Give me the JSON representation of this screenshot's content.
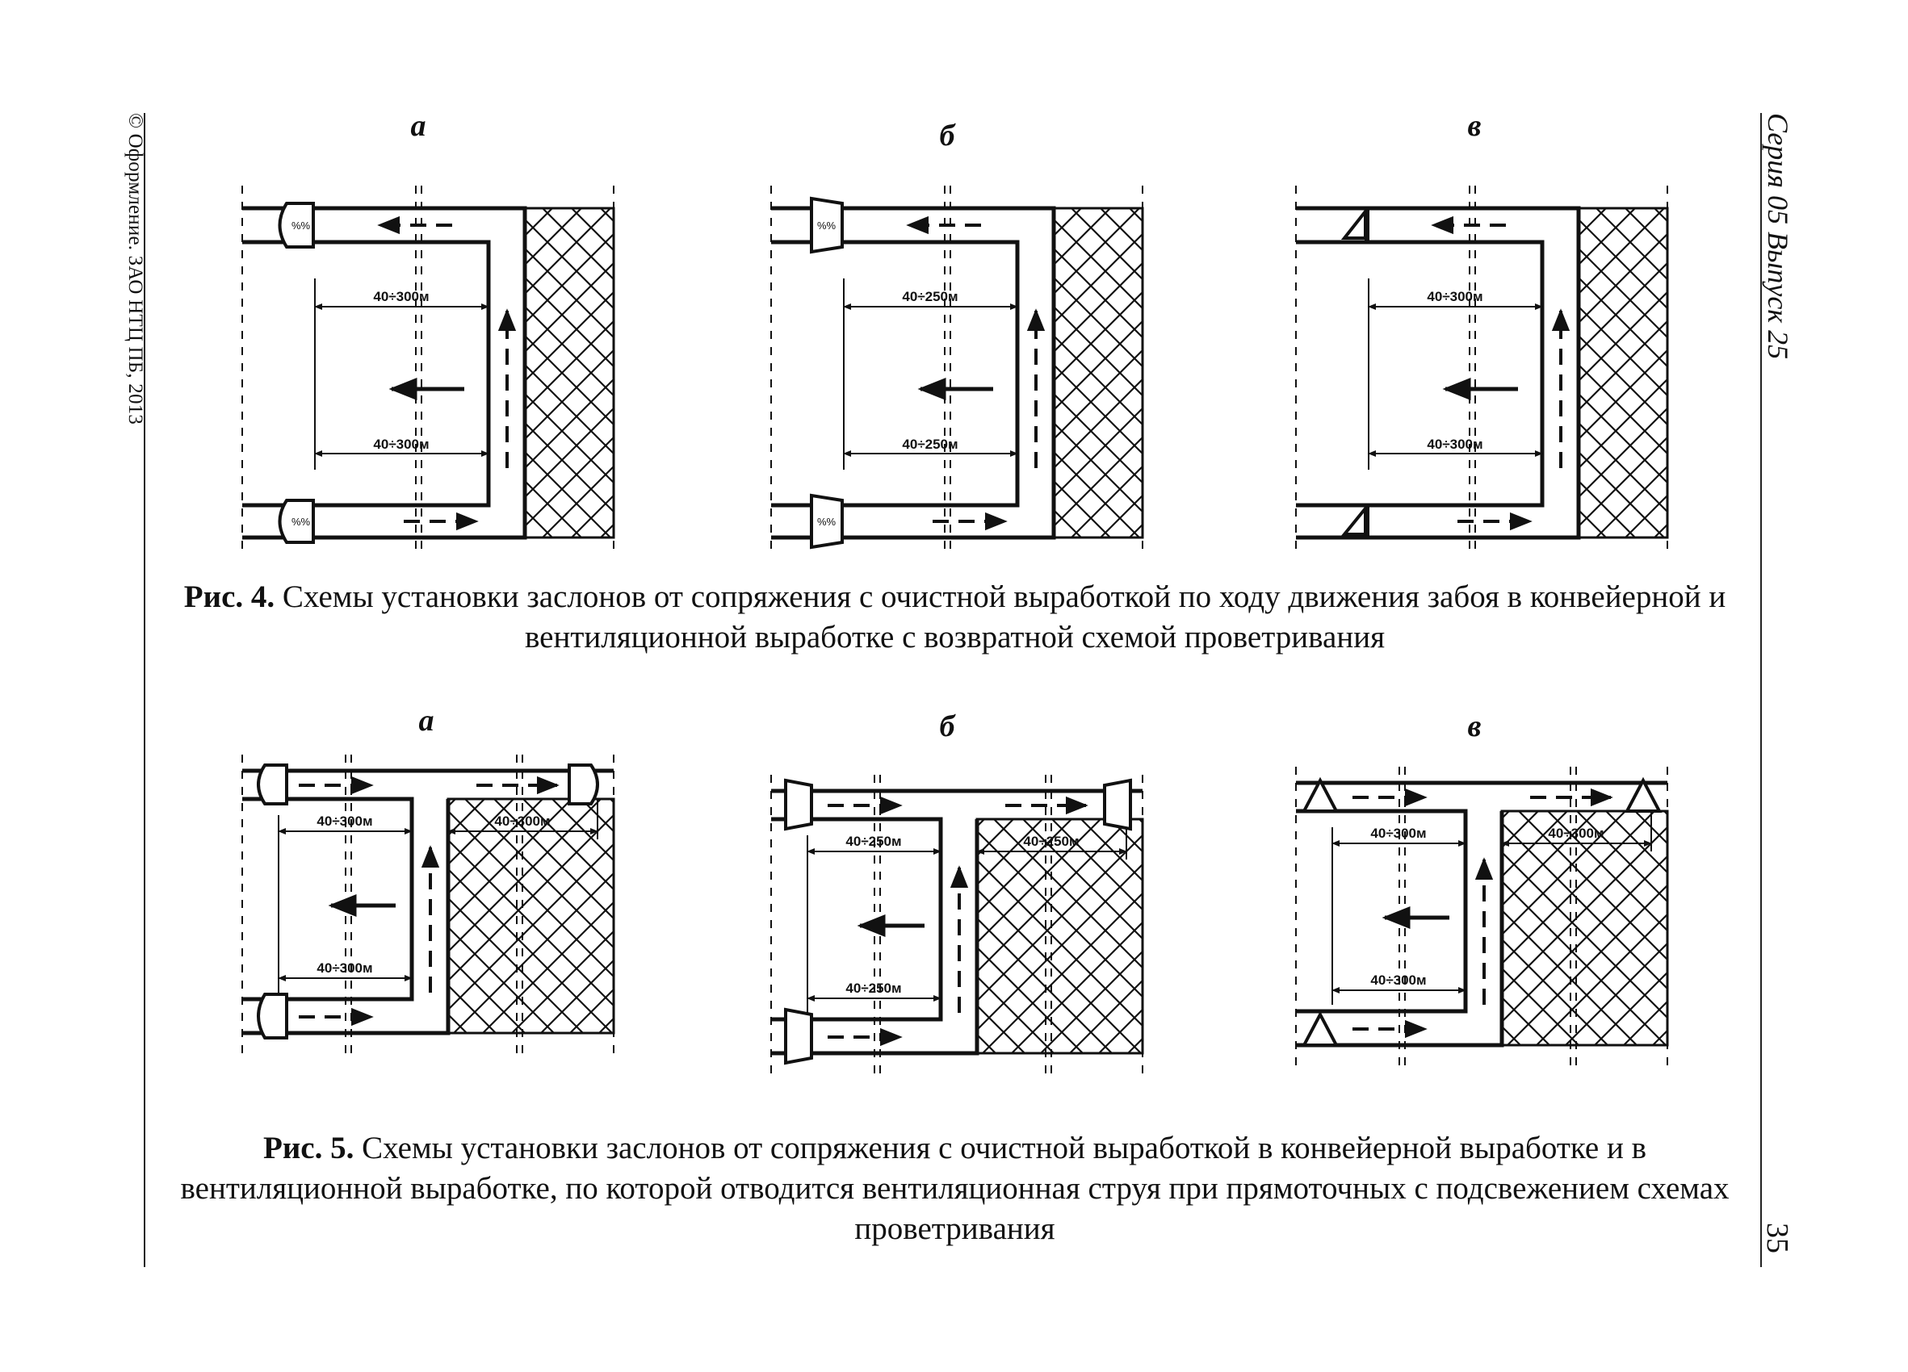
{
  "margin_left": {
    "copyright": "© Оформление. ЗАО НТЦ ПБ, 2013"
  },
  "margin_right": {
    "series": "Серия 05  Выпуск 25",
    "page_number": "35"
  },
  "figure4": {
    "panels": [
      {
        "letter": "а",
        "dim_top": "40÷300м",
        "dim_bottom": "40÷300м"
      },
      {
        "letter": "б",
        "dim_top": "40÷250м",
        "dim_bottom": "40÷250м"
      },
      {
        "letter": "в",
        "dim_top": "40÷300м",
        "dim_bottom": "40÷300м"
      }
    ],
    "caption_prefix": "Рис. 4.",
    "caption_text": " Схемы установки заслонов от сопряжения с очистной выработкой по ходу движения забоя в конвейерной и вентиляционной выработке с возвратной схемой проветривания"
  },
  "figure5": {
    "panels": [
      {
        "letter": "а",
        "dim_top_left": "40÷300м",
        "dim_top_right": "40÷300м",
        "dim_bottom": "40÷300м"
      },
      {
        "letter": "б",
        "dim_top_left": "40÷250м",
        "dim_top_right": "40÷250м",
        "dim_bottom": "40÷250м"
      },
      {
        "letter": "в",
        "dim_top_left": "40÷300м",
        "dim_top_right": "40÷300м",
        "dim_bottom": "40÷300м"
      }
    ],
    "caption_prefix": "Рис. 5.",
    "caption_text": " Схемы установки заслонов от сопряжения с очистной выработкой в конвейерной выработке и в вентиляционной выработке, по которой отводится вентиляционная струя при прямоточных с подсвежением схемах проветривания"
  }
}
